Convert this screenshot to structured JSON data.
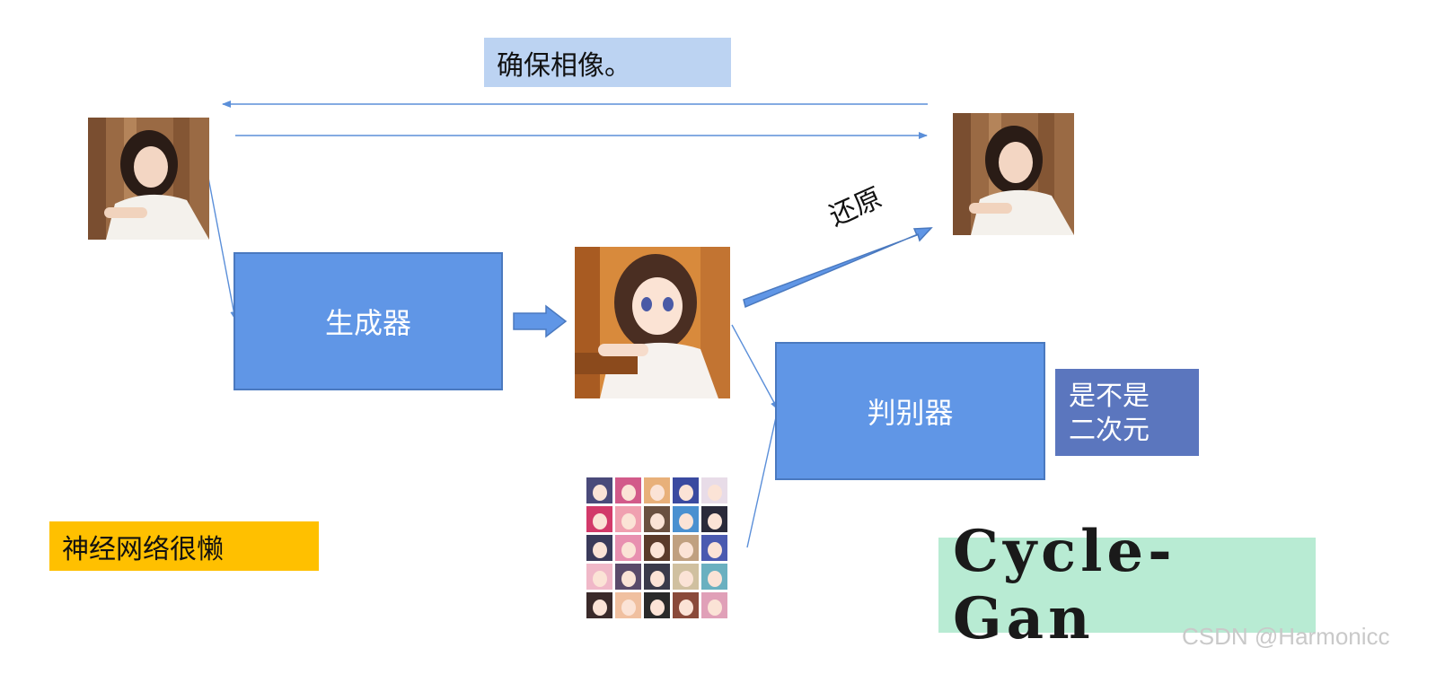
{
  "labels": {
    "ensure_similar": "确保相像。",
    "restore": "还原",
    "generator": "生成器",
    "discriminator": "判别器",
    "is_anime_line1": "是不是",
    "is_anime_line2": "二次元",
    "lazy_network": "神经网络很懒"
  },
  "title": "Cycle-Gan",
  "watermark": "CSDN @Harmonicc",
  "colors": {
    "node_blue": "#6096e6",
    "light_blue": "#bcd3f2",
    "slate_blue": "#5b76be",
    "yellow": "#ffc000",
    "mint": "#b8ebd3",
    "arrow": "#5b8fd9"
  },
  "images": {
    "real_photo": "portrait-photo-icon",
    "anime_image": "anime-portrait-icon",
    "reconstructed": "portrait-photo-icon",
    "anime_grid": "anime-face-grid-icon"
  }
}
